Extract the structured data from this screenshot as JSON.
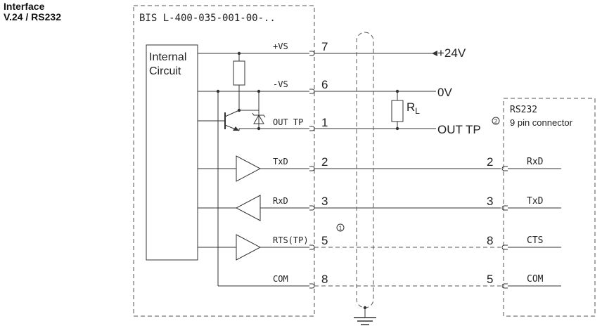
{
  "title": {
    "line1": "Interface",
    "line2": "V.24 / RS232"
  },
  "device": {
    "model": "BIS L-400-035-001-00-..",
    "internal_block_line1": "Internal",
    "internal_block_line2": "Circuit"
  },
  "signals": [
    {
      "label": "+VS",
      "pin": "7"
    },
    {
      "label": "-VS",
      "pin": "6"
    },
    {
      "label": "OUT TP",
      "pin": "1"
    },
    {
      "label": "TxD",
      "pin": "2"
    },
    {
      "label": "RxD",
      "pin": "3"
    },
    {
      "label": "RTS(TP)",
      "pin": "5"
    },
    {
      "label": "COM",
      "pin": "8"
    }
  ],
  "external": {
    "supply": "+24V",
    "ground": "0V",
    "output": "OUT TP",
    "resistor": "R",
    "resistor_sub": "L"
  },
  "notes": {
    "note1": "1",
    "note2": "2"
  },
  "connector": {
    "title": "RS232",
    "subtitle": "9 pin connector",
    "pins": [
      {
        "pin": "2",
        "label": "RxD"
      },
      {
        "pin": "3",
        "label": "TxD"
      },
      {
        "pin": "8",
        "label": "CTS"
      },
      {
        "pin": "5",
        "label": "COM"
      }
    ]
  }
}
